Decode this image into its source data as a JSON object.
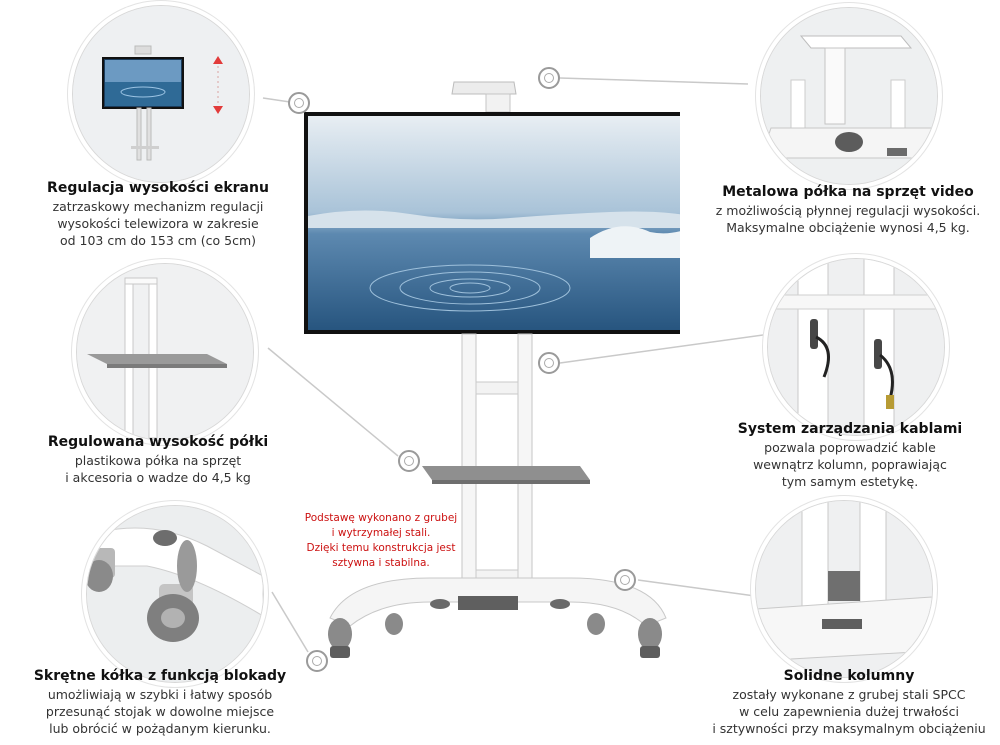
{
  "features": {
    "height": {
      "title": "Regulacja wysokości ekranu",
      "lines": [
        "zatrzaskowy mechanizm regulacji",
        "wysokości telewizora w zakresie",
        "od 103 cm do 153 cm (co 5cm)"
      ]
    },
    "shelf_height": {
      "title": "Regulowana wysokość półki",
      "lines": [
        "plastikowa półka na sprzęt",
        "i akcesoria o wadze do 4,5 kg"
      ]
    },
    "wheels": {
      "title": "Skrętne kółka z funkcją blokady",
      "lines": [
        "umożliwiają w szybki i łatwy sposób",
        "przesunąć stojak w dowolne miejsce",
        "lub obrócić w pożądanym kierunku."
      ]
    },
    "video_shelf": {
      "title": "Metalowa półka na sprzęt video",
      "lines": [
        "z możliwością płynnej regulacji wysokości.",
        "Maksymalne obciążenie wynosi 4,5 kg."
      ]
    },
    "cables": {
      "title": "System zarządzania kablami",
      "lines": [
        "pozwala poprowadzić kable",
        "wewnątrz kolumn, poprawiając",
        "tym samym estetykę."
      ]
    },
    "columns": {
      "title": "Solidne kolumny",
      "lines": [
        "zostały wykonane z grubej stali SPCC",
        "w celu zapewnienia dużej trwałości",
        "i sztywności przy maksymalnym obciążeniu"
      ]
    }
  },
  "note": {
    "lines": [
      "Podstawę wykonano z grubej",
      "i wytrzymałej stali.",
      "Dzięki temu konstrukcja jest",
      "sztywna i stabilna."
    ]
  },
  "colors": {
    "note_text": "#cc1111",
    "stand": "#f4f4f4",
    "screen_frame": "#111111"
  }
}
